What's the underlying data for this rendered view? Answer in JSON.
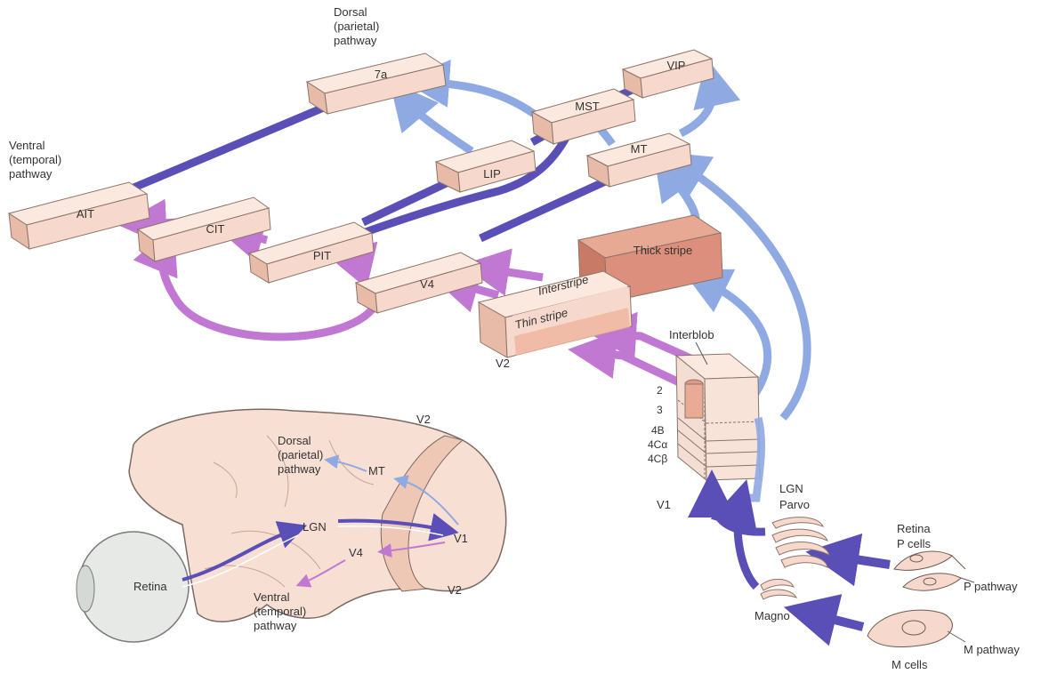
{
  "colors": {
    "box_fill": "#f6d9cc",
    "box_top": "#fbe8de",
    "box_side": "#e8bba8",
    "box_stroke": "#8c7468",
    "thick_stripe": "#dc8f7c",
    "thin_stripe": "#eeb6a0",
    "purple_light": "#c078d2",
    "purple_dark": "#5a4fb7",
    "blue_light": "#8fa9e2",
    "brain_fill": "#f7dfd3",
    "eye_fill": "#e6e9e6"
  },
  "labels": {
    "dorsal_parietal_pathway": [
      "Dorsal",
      "(parietal)",
      "pathway"
    ],
    "ventral_temporal_pathway": [
      "Ventral",
      "(temporal)",
      "pathway"
    ],
    "areas": {
      "a7": "7a",
      "vip": "VIP",
      "mst": "MST",
      "lip": "LIP",
      "mt": "MT",
      "ait": "AIT",
      "cit": "CIT",
      "pit": "PIT",
      "v4": "V4",
      "thick_stripe": "Thick stripe",
      "interstripe": "Interstripe",
      "thin_stripe": "Thin stripe",
      "v2": "V2",
      "interblob": "Interblob"
    },
    "layers": [
      "2",
      "3",
      "4B",
      "4Cα",
      "4Cβ"
    ],
    "v1": "V1",
    "lgn": "LGN",
    "parvo": "Parvo",
    "magno": "Magno",
    "retina": "Retina",
    "p_cells": "P cells",
    "p_pathway": "P pathway",
    "m_pathway": "M pathway",
    "m_cells": "M cells"
  },
  "brain": {
    "dorsal": [
      "Dorsal",
      "(parietal)",
      "pathway"
    ],
    "ventral": [
      "Ventral",
      "(temporal)",
      "pathway"
    ],
    "mt": "MT",
    "lgn": "LGN",
    "v4": "V4",
    "v1": "V1",
    "v2_top": "V2",
    "v2_bottom": "V2",
    "retina": "Retina"
  }
}
